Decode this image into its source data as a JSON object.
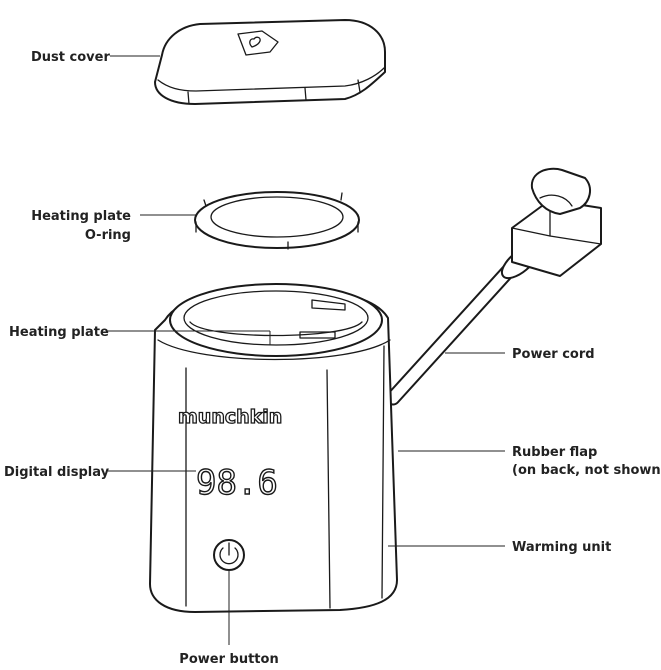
{
  "labels": {
    "dust_cover": "Dust cover",
    "heating_plate_oring_line1": "Heating plate",
    "heating_plate_oring_line2": "O-ring",
    "heating_plate": "Heating plate",
    "power_cord": "Power cord",
    "rubber_flap_line1": "Rubber flap",
    "rubber_flap_line2": "(on back, not shown)",
    "digital_display": "Digital display",
    "warming_unit": "Warming unit",
    "power_button": "Power button"
  },
  "device": {
    "brand": "munchkin",
    "display_reading": "98.6"
  },
  "icons": {
    "cover_logo": "heart-badge-icon",
    "power": "power-icon"
  }
}
